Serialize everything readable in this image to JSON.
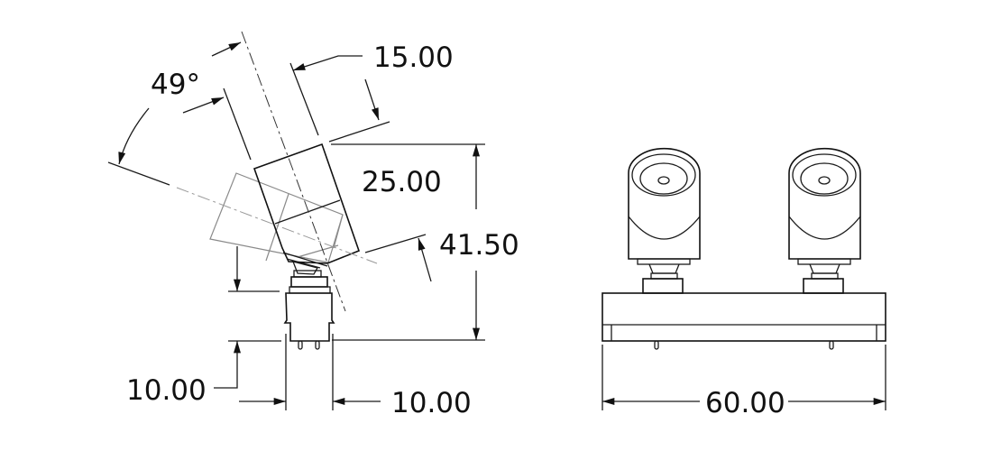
{
  "side_view": {
    "angle_label": "49°",
    "head_width_label": "15.00",
    "head_length_label": "25.00",
    "total_height_label": "41.50",
    "base_height_label": "10.00",
    "base_width_label": "10.00"
  },
  "front_view": {
    "total_width_label": "60.00"
  }
}
